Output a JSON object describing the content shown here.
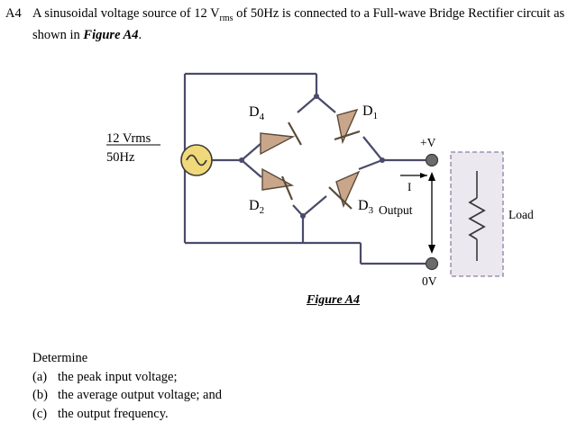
{
  "question": {
    "number": "A4",
    "line1_pre": "A sinusoidal voltage source of 12 V",
    "line1_sub": "rms",
    "line1_mid": " of 50Hz is connected to a Full-wave Bridge",
    "line2_pre": "Rectifier circuit as shown in ",
    "line2_fig": "Figure A4",
    "line2_post": "."
  },
  "circuit": {
    "source_label_line1": "12 Vrms",
    "source_label_line2": "50Hz",
    "diodes": [
      {
        "name": "D4",
        "base": "D",
        "sub": "4"
      },
      {
        "name": "D1",
        "base": "D",
        "sub": "1"
      },
      {
        "name": "D2",
        "base": "D",
        "sub": "2"
      },
      {
        "name": "D3",
        "base": "D",
        "sub": "3"
      }
    ],
    "plus_v": "+V",
    "zero_v": "0V",
    "output_label": "Output",
    "current_label": "I",
    "load_label": "Load",
    "colors": {
      "wire": "#4a4a6a",
      "diode_fill": "#c9a68a",
      "source_fill": "#f0d97a",
      "load_fill": "#ece8f0",
      "load_border": "#8a7fa8",
      "terminal": "#6b6b6b"
    }
  },
  "figure_caption": "Figure A4",
  "determine": {
    "heading": "Determine",
    "items": [
      {
        "tag": "(a)",
        "text": "the peak input voltage;"
      },
      {
        "tag": "(b)",
        "text": "the average output voltage; and"
      },
      {
        "tag": "(c)",
        "text": "the output frequency."
      }
    ]
  }
}
